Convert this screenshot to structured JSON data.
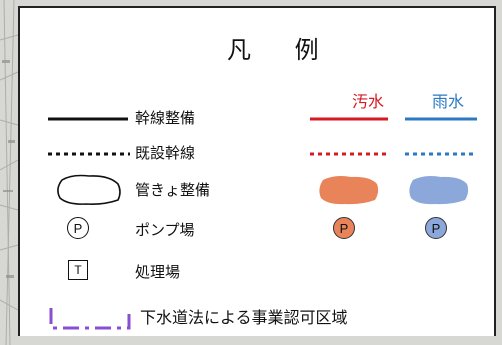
{
  "legend": {
    "title": "凡 例",
    "columns": {
      "sewage": "汚水",
      "rain": "雨水"
    },
    "rows": [
      {
        "label": "幹線整備",
        "symbol": "solid-line-icon"
      },
      {
        "label": "既設幹線",
        "symbol": "dotted-line-icon"
      },
      {
        "label": "管きょ整備",
        "symbol": "area-blob-icon"
      },
      {
        "label": "ポンプ場",
        "symbol": "pump-station-icon",
        "marker_text": "P"
      },
      {
        "label": "処理場",
        "symbol": "treatment-plant-icon",
        "marker_text": "T"
      },
      {
        "label": "下水道法による事業認可区域",
        "symbol": "dash-dot-boundary-icon"
      }
    ]
  },
  "colors": {
    "base_line": "#111111",
    "sewage": "#d51a21",
    "sewage_fill": "#e9835a",
    "rain": "#2a79c2",
    "rain_fill": "#8ca7d9",
    "boundary": "#8a4fd1"
  }
}
